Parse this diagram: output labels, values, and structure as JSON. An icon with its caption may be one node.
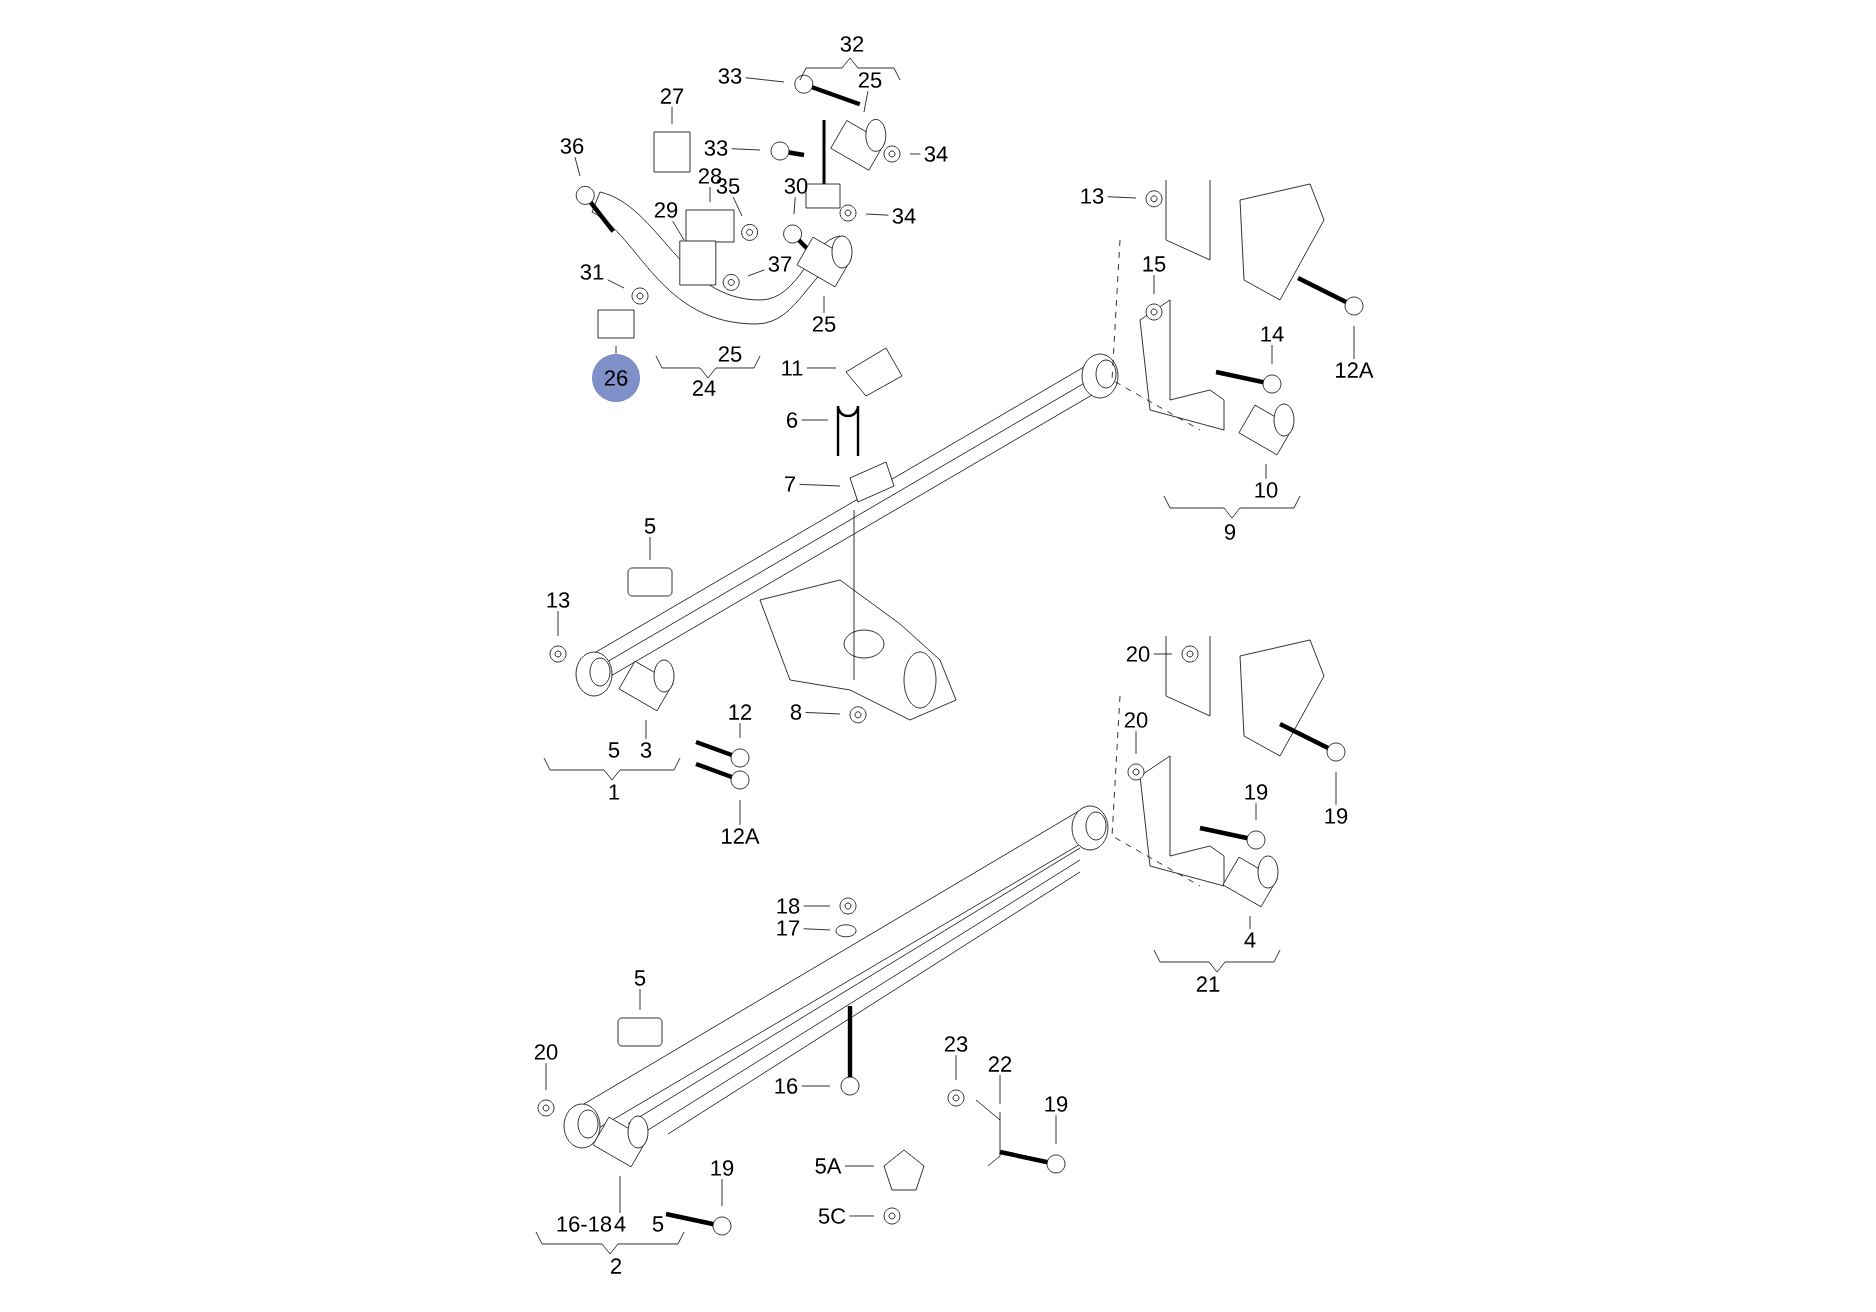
{
  "diagram": {
    "nodes": [
      {
        "text": [
          "33"
        ]
      },
      {
        "text": [
          "25"
        ]
      },
      {
        "text": [
          "27"
        ]
      },
      {
        "text": [
          "36"
        ]
      },
      {
        "text": [
          "33"
        ]
      },
      {
        "text": [
          "34"
        ]
      },
      {
        "text": [
          "13"
        ]
      },
      {
        "text": [
          "28"
        ]
      },
      {
        "text": [
          "30"
        ]
      },
      {
        "text": [
          "35"
        ]
      },
      {
        "text": [
          "34"
        ]
      },
      {
        "text": [
          "29"
        ]
      },
      {
        "text": [
          "37"
        ]
      },
      {
        "text": [
          "15"
        ]
      },
      {
        "text": [
          "31"
        ]
      },
      {
        "text": [
          "25"
        ]
      },
      {
        "text": [
          "14"
        ]
      },
      {
        "text": [
          "12A"
        ]
      },
      {
        "text": [
          "11"
        ]
      },
      {
        "text": [
          "26"
        ]
      },
      {
        "text": [
          "6"
        ]
      },
      {
        "text": [
          "7"
        ]
      },
      {
        "text": [
          "10"
        ]
      },
      {
        "text": [
          "5"
        ]
      },
      {
        "text": [
          "13"
        ]
      },
      {
        "text": [
          "20"
        ]
      },
      {
        "text": [
          "12"
        ]
      },
      {
        "text": [
          "8"
        ]
      },
      {
        "text": [
          "20"
        ]
      },
      {
        "text": [
          "3"
        ]
      },
      {
        "text": [
          "19"
        ]
      },
      {
        "text": [
          "19"
        ]
      },
      {
        "text": [
          "12A"
        ]
      },
      {
        "text": [
          "18"
        ]
      },
      {
        "text": [
          "17"
        ]
      },
      {
        "text": [
          "4"
        ]
      },
      {
        "text": [
          "5"
        ]
      },
      {
        "text": [
          "23"
        ]
      },
      {
        "text": [
          "20"
        ]
      },
      {
        "text": [
          "22"
        ]
      },
      {
        "text": [
          "16"
        ]
      },
      {
        "text": [
          "19"
        ]
      },
      {
        "text": [
          "5A"
        ]
      },
      {
        "text": [
          "19"
        ]
      },
      {
        "text": [
          "5C"
        ]
      },
      {
        "text": [
          "4"
        ]
      }
    ],
    "edges": [
      {
        "from": 0,
        "to": null,
        "arrow": "none"
      },
      {
        "from": 1,
        "to": null,
        "arrow": "none"
      },
      {
        "from": 2,
        "to": null,
        "arrow": "none"
      },
      {
        "from": 3,
        "to": null,
        "arrow": "none"
      },
      {
        "from": 4,
        "to": null,
        "arrow": "none"
      },
      {
        "from": 5,
        "to": null,
        "arrow": "none"
      },
      {
        "from": 6,
        "to": null,
        "arrow": "none"
      },
      {
        "from": 7,
        "to": null,
        "arrow": "none"
      },
      {
        "from": 8,
        "to": null,
        "arrow": "none"
      },
      {
        "from": 9,
        "to": null,
        "arrow": "none"
      },
      {
        "from": 10,
        "to": null,
        "arrow": "none"
      },
      {
        "from": 11,
        "to": null,
        "arrow": "none"
      },
      {
        "from": 12,
        "to": null,
        "arrow": "none"
      },
      {
        "from": 13,
        "to": null,
        "arrow": "none"
      },
      {
        "from": 14,
        "to": null,
        "arrow": "none"
      },
      {
        "from": 15,
        "to": null,
        "arrow": "none"
      },
      {
        "from": 16,
        "to": null,
        "arrow": "none"
      },
      {
        "from": 17,
        "to": null,
        "arrow": "none"
      },
      {
        "from": 18,
        "to": null,
        "arrow": "none"
      },
      {
        "from": 19,
        "to": null,
        "arrow": "none"
      },
      {
        "from": 20,
        "to": null,
        "arrow": "none"
      },
      {
        "from": 21,
        "to": null,
        "arrow": "none"
      },
      {
        "from": 22,
        "to": null,
        "arrow": "none"
      },
      {
        "from": 23,
        "to": null,
        "arrow": "none"
      },
      {
        "from": 24,
        "to": null,
        "arrow": "none"
      },
      {
        "from": 25,
        "to": null,
        "arrow": "none"
      },
      {
        "from": 26,
        "to": null,
        "arrow": "none"
      },
      {
        "from": 27,
        "to": null,
        "arrow": "none"
      },
      {
        "from": 28,
        "to": null,
        "arrow": "none"
      },
      {
        "from": 29,
        "to": null,
        "arrow": "none"
      },
      {
        "from": 30,
        "to": null,
        "arrow": "none"
      },
      {
        "from": 31,
        "to": null,
        "arrow": "none"
      },
      {
        "from": 32,
        "to": null,
        "arrow": "none"
      },
      {
        "from": 33,
        "to": null,
        "arrow": "none"
      },
      {
        "from": 34,
        "to": null,
        "arrow": "none"
      },
      {
        "from": 35,
        "to": null,
        "arrow": "none"
      },
      {
        "from": 36,
        "to": null,
        "arrow": "none"
      },
      {
        "from": 37,
        "to": null,
        "arrow": "none"
      },
      {
        "from": 38,
        "to": null,
        "arrow": "none"
      },
      {
        "from": 39,
        "to": null,
        "arrow": "none"
      },
      {
        "from": 40,
        "to": null,
        "arrow": "none"
      },
      {
        "from": 41,
        "to": null,
        "arrow": "none"
      },
      {
        "from": 42,
        "to": null,
        "arrow": "none"
      },
      {
        "from": 43,
        "to": null,
        "arrow": "none"
      },
      {
        "from": 44,
        "to": null,
        "arrow": "none"
      },
      {
        "from": 45,
        "to": null,
        "arrow": "none"
      }
    ],
    "labels": [
      "32",
      "25",
      "24",
      "9",
      "5",
      "1",
      "21",
      "16-18",
      "5",
      "2"
    ]
  }
}
